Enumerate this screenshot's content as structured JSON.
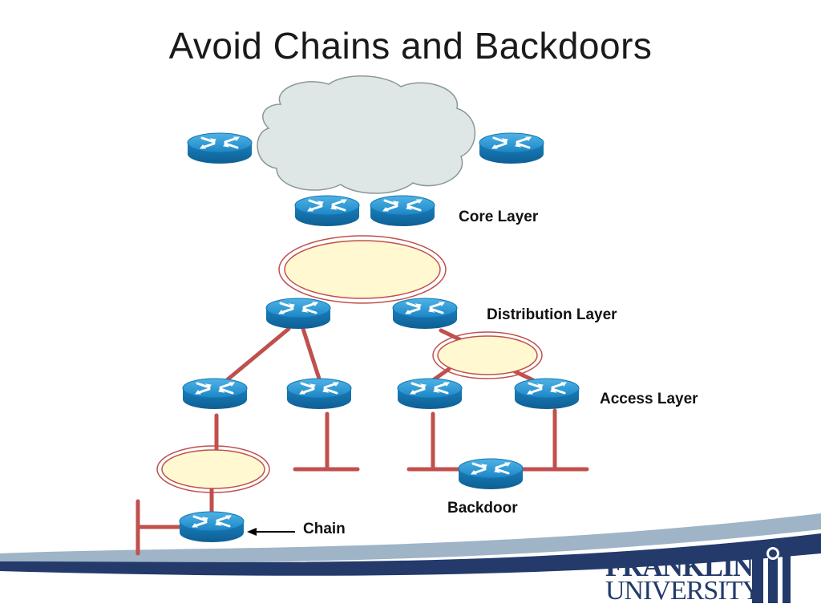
{
  "slide": {
    "title": "Avoid Chains and Backdoors"
  },
  "labels": {
    "core_layer": "Core Layer",
    "distribution_layer": "Distribution Layer",
    "access_layer": "Access Layer",
    "backdoor": "Backdoor",
    "chain": "Chain"
  },
  "branding": {
    "line1": "FRANKLIN",
    "line2": "UNIVERSITY"
  },
  "colors": {
    "router_blue": "#1f8fcf",
    "link_red": "#c0504d",
    "ellipse_fill": "#fff8d0",
    "cloud_fill": "#dfe6e6",
    "brand_navy": "#233a6b"
  },
  "icons": {
    "router": "router-icon",
    "cloud": "cloud-icon",
    "arrow": "left-arrow-icon"
  }
}
